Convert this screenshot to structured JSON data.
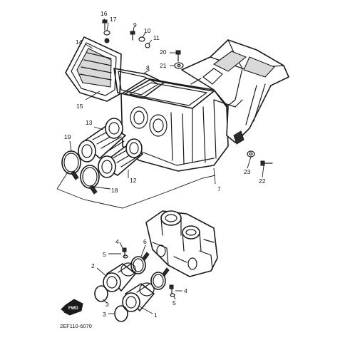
{
  "diagram_code": "2EF110-6070",
  "front_arrow_label": "FWD",
  "callouts": {
    "p1": "1",
    "p2": "2",
    "p3a": "3",
    "p3b": "3",
    "p4a": "4",
    "p4b": "4",
    "p5a": "5",
    "p5b": "5",
    "p6": "6",
    "p7": "7",
    "p8": "8",
    "p9": "9",
    "p10": "10",
    "p11": "11",
    "p12": "12",
    "p13": "13",
    "p14": "14",
    "p15": "15",
    "p16": "16",
    "p17": "17",
    "p18": "18",
    "p19": "19",
    "p20": "20",
    "p21": "21",
    "p22": "22",
    "p23": "23"
  }
}
